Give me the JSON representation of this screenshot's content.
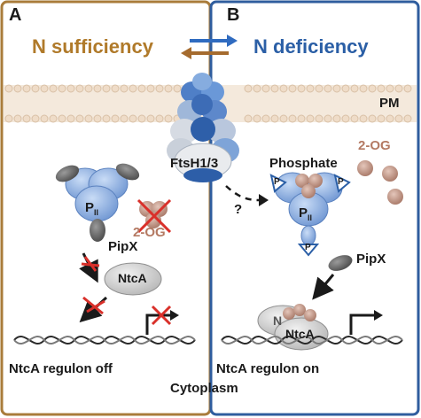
{
  "panels": {
    "left": {
      "letter": "A",
      "title": "N sufficiency",
      "pii_label": "P",
      "pii_sub": "II",
      "pipx_label": "PipX",
      "og_label": "2-OG",
      "ntca_label": "NtcA",
      "regulon_label": "NtcA regulon off"
    },
    "right": {
      "letter": "B",
      "title": "N deficiency",
      "pm_label": "PM",
      "phosphate_label": "Phosphate",
      "og_label": "2-OG",
      "question_label": "?",
      "pii_label": "P",
      "pii_sub": "II",
      "p_mark": "P",
      "pipx_label": "PipX",
      "ntca_label": "NtcA",
      "ntca_partial": "N",
      "regulon_label": "NtcA regulon on"
    }
  },
  "protease_label": "FtsH1/3",
  "cytoplasm_label": "Cytoplasm",
  "colors": {
    "brown_border": "#a97c3b",
    "blue_border": "#2f5d9e",
    "brown_title": "#b07a2a",
    "blue_title": "#2b5fa6",
    "membrane": "#f1e3d3",
    "pii_blue": "#8fb1e3",
    "og_ball": "#caa194",
    "red_cross": "#d9302a"
  }
}
